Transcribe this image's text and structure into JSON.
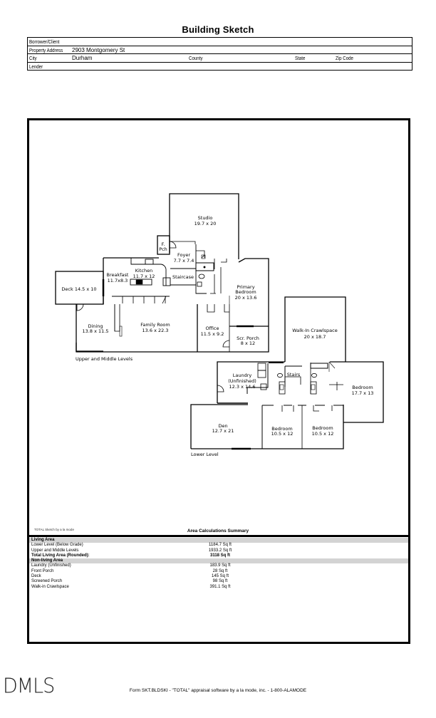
{
  "document": {
    "title": "Building Sketch"
  },
  "header": {
    "borrower_label": "Borrower/Client",
    "borrower_value": "",
    "address_label": "Property Address",
    "address_value": "2903 Montgomery St",
    "city_label": "City",
    "city_value": "Durham",
    "county_label": "County",
    "county_value": "",
    "state_label": "State",
    "state_value": "",
    "zip_label": "Zip Code",
    "zip_value": "",
    "lender_label": "Lender",
    "lender_value": ""
  },
  "sketch": {
    "levels": {
      "upper": "Upper and Middle Levels",
      "lower": "Lower Level"
    },
    "rooms": {
      "studio": {
        "name": "Studio",
        "dims": "19.7 x 20"
      },
      "front_porch": {
        "name": "F.",
        "name2": "Pch"
      },
      "foyer": {
        "name": "Foyer",
        "dims": "7.7 x 7.4"
      },
      "kitchen": {
        "name": "Kitchen",
        "dims": "11.7 x 12"
      },
      "breakfast": {
        "name": "Breakfast",
        "dims": "11.7x8.3"
      },
      "staircase": {
        "name": "Staircase"
      },
      "deck": {
        "name": "Deck 14.5 x 10"
      },
      "primary_bedroom": {
        "name": "Primary",
        "name2": "Bedroom",
        "dims": "20 x 13.6"
      },
      "dining": {
        "name": "Dining",
        "dims": "13.8 x 11.5"
      },
      "family_room": {
        "name": "Family Room",
        "dims": "13.6 x 22.3"
      },
      "office": {
        "name": "Office",
        "dims": "11.5 x 9.2"
      },
      "screened_porch": {
        "name": "Scr. Porch",
        "dims": "8 x 12"
      },
      "crawlspace": {
        "name": "Walk-In Crawlspace",
        "dims": "20 x 18.7"
      },
      "laundry": {
        "name": "Laundry",
        "name2": "(Unfinished)",
        "dims": "12.3 x 14.6"
      },
      "stairs": {
        "name": "Stairs"
      },
      "bedroom_large": {
        "name": "Bedroom",
        "dims": "17.7 x 13"
      },
      "den": {
        "name": "Den",
        "dims": "12.7 x 21"
      },
      "bedroom_mid": {
        "name": "Bedroom",
        "dims": "10.5 x 12"
      },
      "bedroom_right": {
        "name": "Bedroom",
        "dims": "10.5 x 12"
      }
    }
  },
  "summary": {
    "credit": "TOTAL Sketch by a la mode",
    "title": "Area Calculations Summary",
    "living_header": "Living Area",
    "living": [
      {
        "label": "Lower Level (Below Grade)",
        "value": "1184.7 Sq ft"
      },
      {
        "label": "Upper and Middle Levels",
        "value": "1933.2 Sq ft"
      }
    ],
    "total": {
      "label": "Total Living Area (Rounded):",
      "value": "3118 Sq ft"
    },
    "nonliving_header": "Non-living Area",
    "nonliving": [
      {
        "label": "Laundry (Unfinished)",
        "value": "183.9 Sq ft"
      },
      {
        "label": "Front Porch",
        "value": "28 Sq ft"
      },
      {
        "label": "Deck",
        "value": "145 Sq ft"
      },
      {
        "label": "Screened Porch",
        "value": "98 Sq ft"
      },
      {
        "label": "Walk-in Crawlspace",
        "value": "391.1 Sq ft"
      }
    ]
  },
  "footer": {
    "logo": "DMLS",
    "form_text": "Form SKT.BLDSKI - \"TOTAL\" appraisal software by a la mode, inc. - 1-800-ALAMODE"
  }
}
